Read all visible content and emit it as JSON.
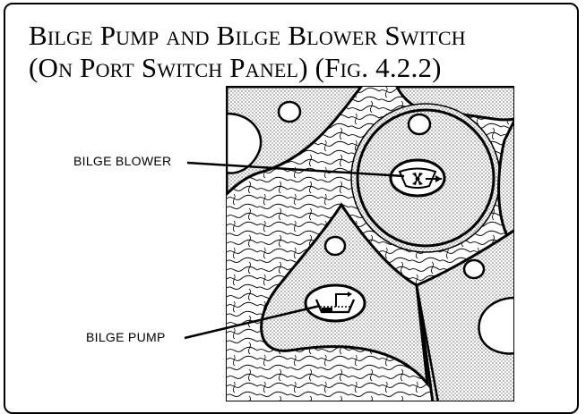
{
  "title": {
    "line1": "Bilge Pump and Bilge Blower Switch",
    "line2": "(On Port Switch Panel) (Fig. 4.2.2)"
  },
  "callouts": {
    "blower": "BILGE BLOWER",
    "pump": "BILGE PUMP"
  },
  "icons": {
    "blower": "fan-icon",
    "pump": "bilge-pump-icon"
  },
  "colors": {
    "line": "#000000",
    "panel_fill": "#d9d9d9",
    "background": "#ffffff"
  }
}
